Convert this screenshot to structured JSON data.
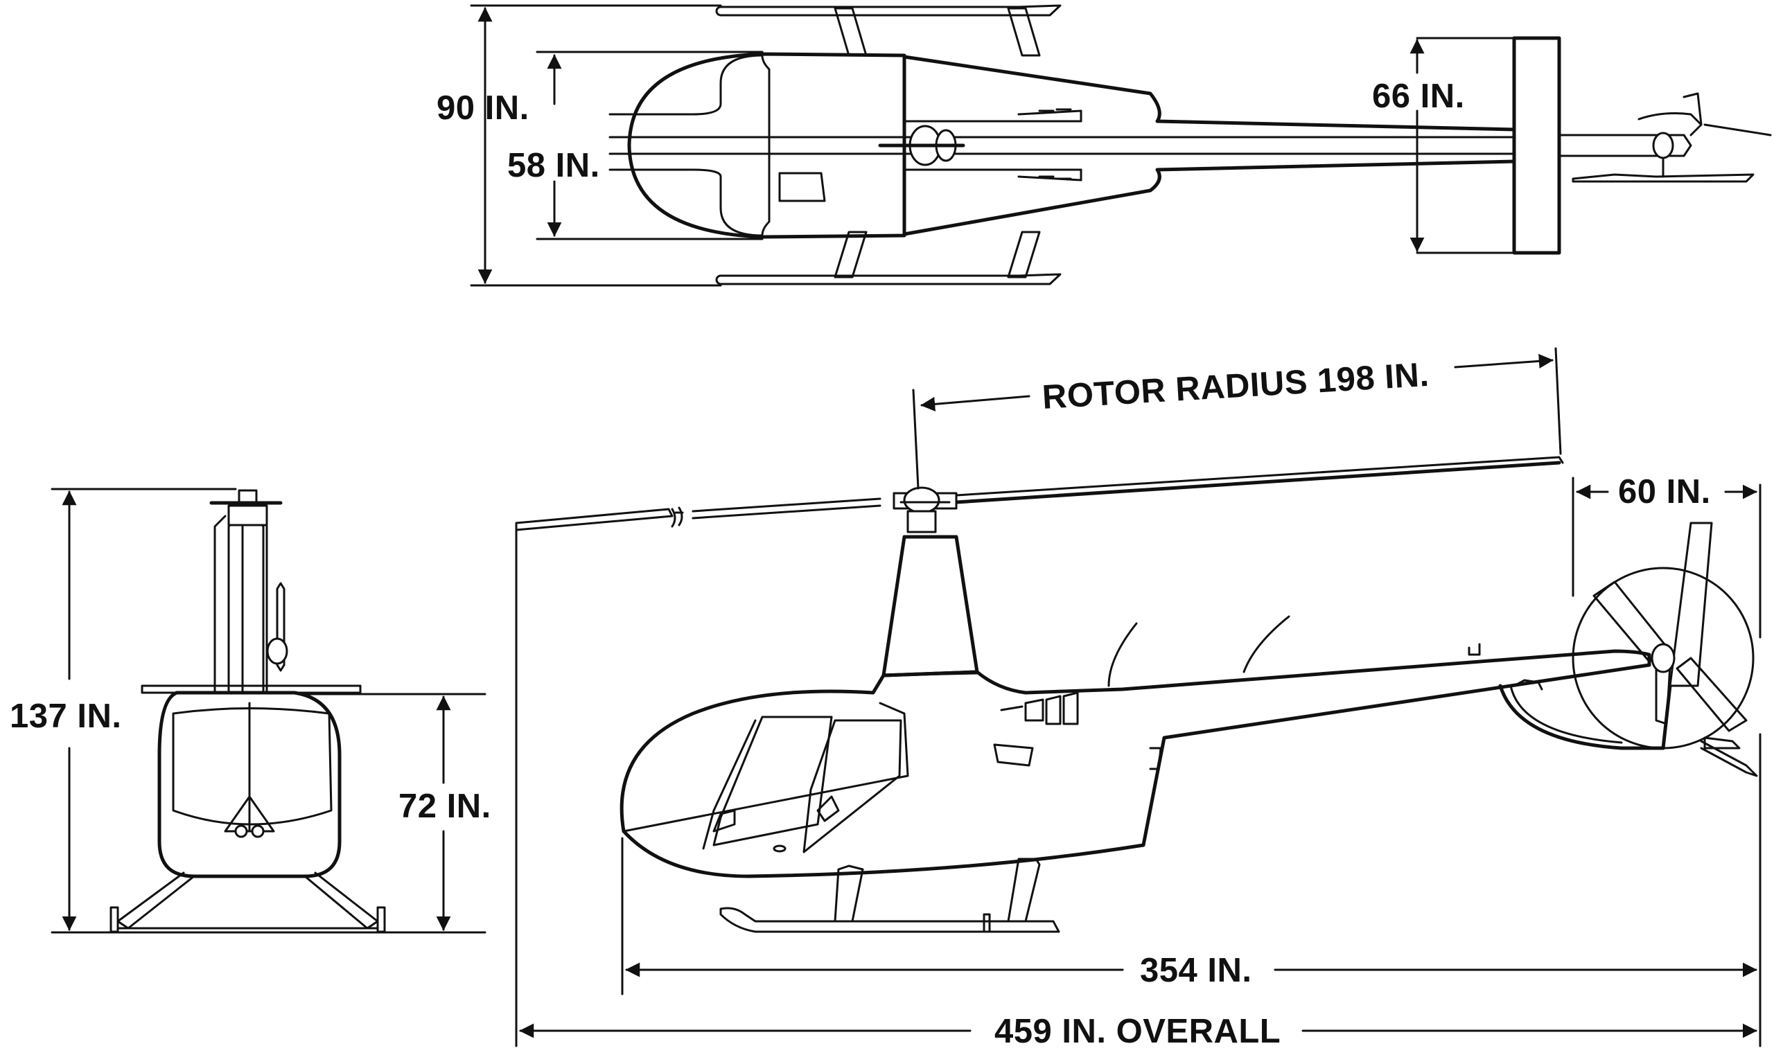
{
  "dimensions": {
    "top_width": "90 IN.",
    "top_cabin": "58 IN.",
    "top_stab": "66 IN.",
    "rotor_radius": "ROTOR RADIUS 198 IN.",
    "tail_rotor": "60 IN.",
    "front_height": "137 IN.",
    "front_cabin": "72 IN.",
    "fuselage_length": "354 IN.",
    "overall_length": "459 IN. OVERALL"
  },
  "colors": {
    "line": "#111111",
    "background": "#ffffff"
  }
}
